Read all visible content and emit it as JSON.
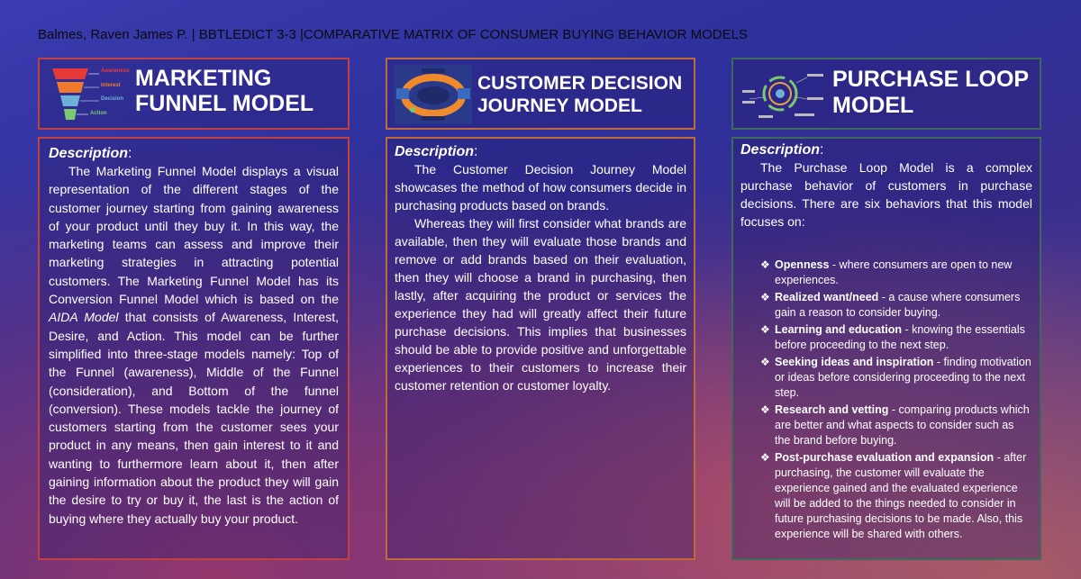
{
  "header": {
    "author": "Balmes, Raven James P.",
    "sep1": " | ",
    "course": "BBTLEDICT 3-3",
    "sep2": " |",
    "subject": "COMPARATIVE MATRIX OF CONSUMER BUYING BEHAVIOR MODELS"
  },
  "funnel": {
    "title_line1": "MARKETING",
    "title_line2": "FUNNEL MODEL",
    "stages": [
      "Awareness",
      "Interest",
      "Decision",
      "Action"
    ],
    "stage_colors": [
      "#e63a3a",
      "#f07a2a",
      "#6fb0d8",
      "#7bc96f"
    ],
    "desc_label": "Description",
    "para_parts": [
      "The Marketing Funnel Model displays a visual representation of the different stages of the customer journey starting from gaining awareness of your product until they buy it. In this way, the marketing teams can assess and improve their marketing strategies in attracting potential customers. The Marketing Funnel Model has its Conversion Funnel Model which is based on the ",
      "AIDA Model",
      " that consists of Awareness, Interest, Desire, and Action. This model can be further simplified into three-stage models namely: Top of the Funnel (awareness), Middle of the Funnel (consideration), and Bottom of the funnel (conversion). These models tackle the journey of customers starting from the customer sees your product in any means, then gain interest to it and wanting to furthermore learn about it, then after gaining information about the product they will gain the desire to try or buy it, the last is the action of buying where they actually buy your product."
    ]
  },
  "journey": {
    "title_line1": "CUSTOMER DECISION",
    "title_line2": "JOURNEY MODEL",
    "desc_label": "Description",
    "para1": "The Customer Decision Journey Model showcases the method of how consumers decide in purchasing products based on brands.",
    "para2": "Whereas they will first consider what brands are available, then they will evaluate those brands and remove or add brands based on their evaluation, then they will choose a brand in purchasing, then lastly, after acquiring the product or services the experience they had will greatly affect their future purchase decisions. This implies that businesses should be able to provide positive and unforgettable experiences to their customers to increase their customer retention or customer loyalty."
  },
  "loop": {
    "title_line1": "PURCHASE LOOP",
    "title_line2": "MODEL",
    "desc_label": "Description",
    "intro": "The Purchase Loop Model is a complex purchase behavior of customers in purchase decisions. There are six behaviors that this model focuses on:",
    "bullet_glyph": "❖",
    "items": [
      {
        "term": "Openness",
        "text": " - where consumers are open to new experiences."
      },
      {
        "term": "Realized want/need",
        "text": " - a cause where consumers gain a reason to consider buying."
      },
      {
        "term": "Learning and education",
        "text": " - knowing the essentials before proceeding to the next step."
      },
      {
        "term": "Seeking ideas and inspiration",
        "text": " - finding motivation or ideas before considering proceeding to the next step."
      },
      {
        "term": "Research and vetting",
        "text": " - comparing products which are better and what aspects to consider such as the brand before buying."
      },
      {
        "term": "Post-purchase evaluation and expansion",
        "text": " - after purchasing, the customer will evaluate the experience gained and the evaluated experience will be added to the things needed to consider in future purchasing decisions to be made. Also, this experience will be shared with others."
      }
    ]
  },
  "colors": {
    "accent_red": "#c0413f",
    "accent_orange": "#c06a3a",
    "accent_green": "#3f6a5a"
  }
}
